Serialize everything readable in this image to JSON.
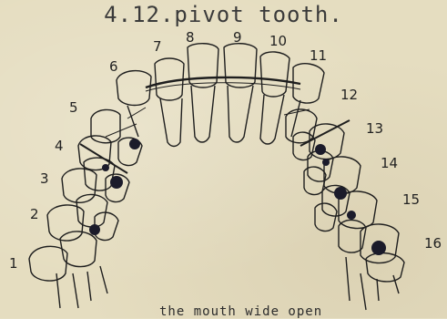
{
  "title": "4.12.pivot tooth.",
  "tooth_numbers": [
    "1",
    "2",
    "3",
    "4",
    "5",
    "6",
    "7",
    "8",
    "9",
    "10",
    "11",
    "12",
    "13",
    "14",
    "15",
    "16"
  ],
  "caption": "the mouth wide open"
}
